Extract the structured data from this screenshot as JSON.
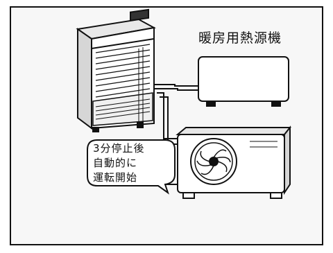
{
  "heat_source_label": "暖房用熱源機",
  "bubble": {
    "line1": "3分停止後",
    "line2": "自動的に",
    "line3": "運転開始"
  }
}
